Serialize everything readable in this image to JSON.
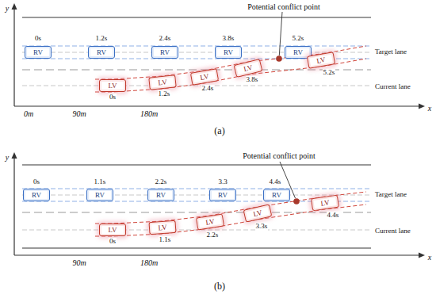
{
  "diagram": {
    "nodes": [
      {
        "text": [
          "RV"
        ]
      },
      {
        "text": [
          "RV"
        ]
      },
      {
        "text": [
          "RV"
        ]
      },
      {
        "text": [
          "RV"
        ]
      },
      {
        "text": [
          "RV"
        ]
      },
      {
        "text": [
          "LV"
        ]
      },
      {
        "text": [
          "LV"
        ]
      },
      {
        "text": [
          "LV"
        ]
      },
      {
        "text": [
          "LV"
        ]
      },
      {
        "text": [
          "LV"
        ]
      },
      {
        "text": [
          "RV"
        ]
      },
      {
        "text": [
          "RV"
        ]
      },
      {
        "text": [
          "RV"
        ]
      },
      {
        "text": [
          "RV"
        ]
      },
      {
        "text": [
          "RV"
        ]
      },
      {
        "text": [
          "LV"
        ]
      },
      {
        "text": [
          "LV"
        ]
      },
      {
        "text": [
          "LV"
        ]
      },
      {
        "text": [
          "LV"
        ]
      },
      {
        "text": [
          "LV"
        ]
      }
    ],
    "labels": [
      "Potential conflict point",
      "y",
      "0s",
      "1.2s",
      "2.4s",
      "3.8s",
      "5.2s",
      "Target lane",
      "0s",
      "1.2s",
      "2.4s",
      "3.8s",
      "5.2s",
      "Current lane",
      "0m",
      "90m",
      "180m",
      "x",
      "(a)",
      "Potential conflict point",
      "y",
      "0s",
      "1.1s",
      "2.2s",
      "3.3",
      "4.4s",
      "Target lane",
      "0s",
      "1.1s",
      "2.2s",
      "3.3s",
      "4.4s",
      "Current lane",
      "90m",
      "180m",
      "x",
      "(b)"
    ]
  }
}
